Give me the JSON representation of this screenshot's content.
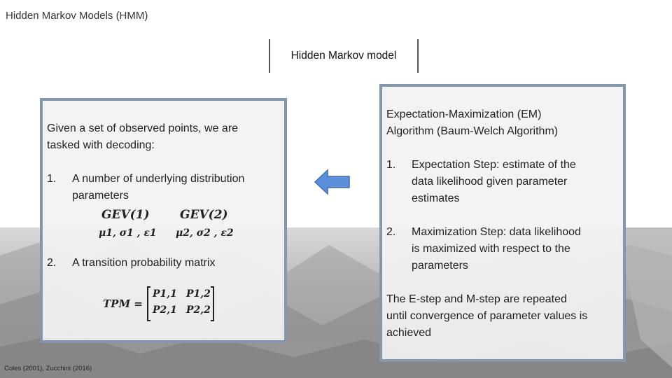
{
  "slide_title": "Hidden Markov Models (HMM)",
  "section_header": "Hidden Markov model",
  "left_panel": {
    "intro": [
      "Given a set of observed points, we are",
      "tasked with decoding:"
    ],
    "item1_number": "1.",
    "item1_lines": [
      "A number of underlying distribution",
      "parameters"
    ],
    "gev1": "GEV(1)",
    "gev2": "GEV(2)",
    "params1": "μ1, σ1 , ε1",
    "params2": "μ2, σ2 , ε2",
    "item2_number": "2.",
    "item2_text": "A transition probability matrix",
    "tpm_label": "TPM =",
    "tpm_cells": [
      "P1,1",
      "P1,2",
      "P2,1",
      "P2,2"
    ]
  },
  "right_panel": {
    "title_lines": [
      "Expectation-Maximization (EM)",
      "Algorithm (Baum-Welch Algorithm)"
    ],
    "step1_number": "1.",
    "step1_lines": [
      "Expectation Step: estimate of the",
      "data likelihood given parameter",
      "estimates"
    ],
    "step2_number": "2.",
    "step2_lines": [
      "Maximization Step: data likelihood",
      "is maximized with respect to the",
      "parameters"
    ],
    "conclusion_lines": [
      "The E-step and M-step are repeated",
      "until convergence of parameter values is",
      "achieved"
    ]
  },
  "citation": "Coles (2001), Zucchini (2016)",
  "colors": {
    "panel_border": "#8597aa",
    "arrow_fill": "#5b8fd9",
    "arrow_stroke": "#3f6fb5"
  },
  "icons": {
    "arrow": "left-arrow-icon"
  }
}
